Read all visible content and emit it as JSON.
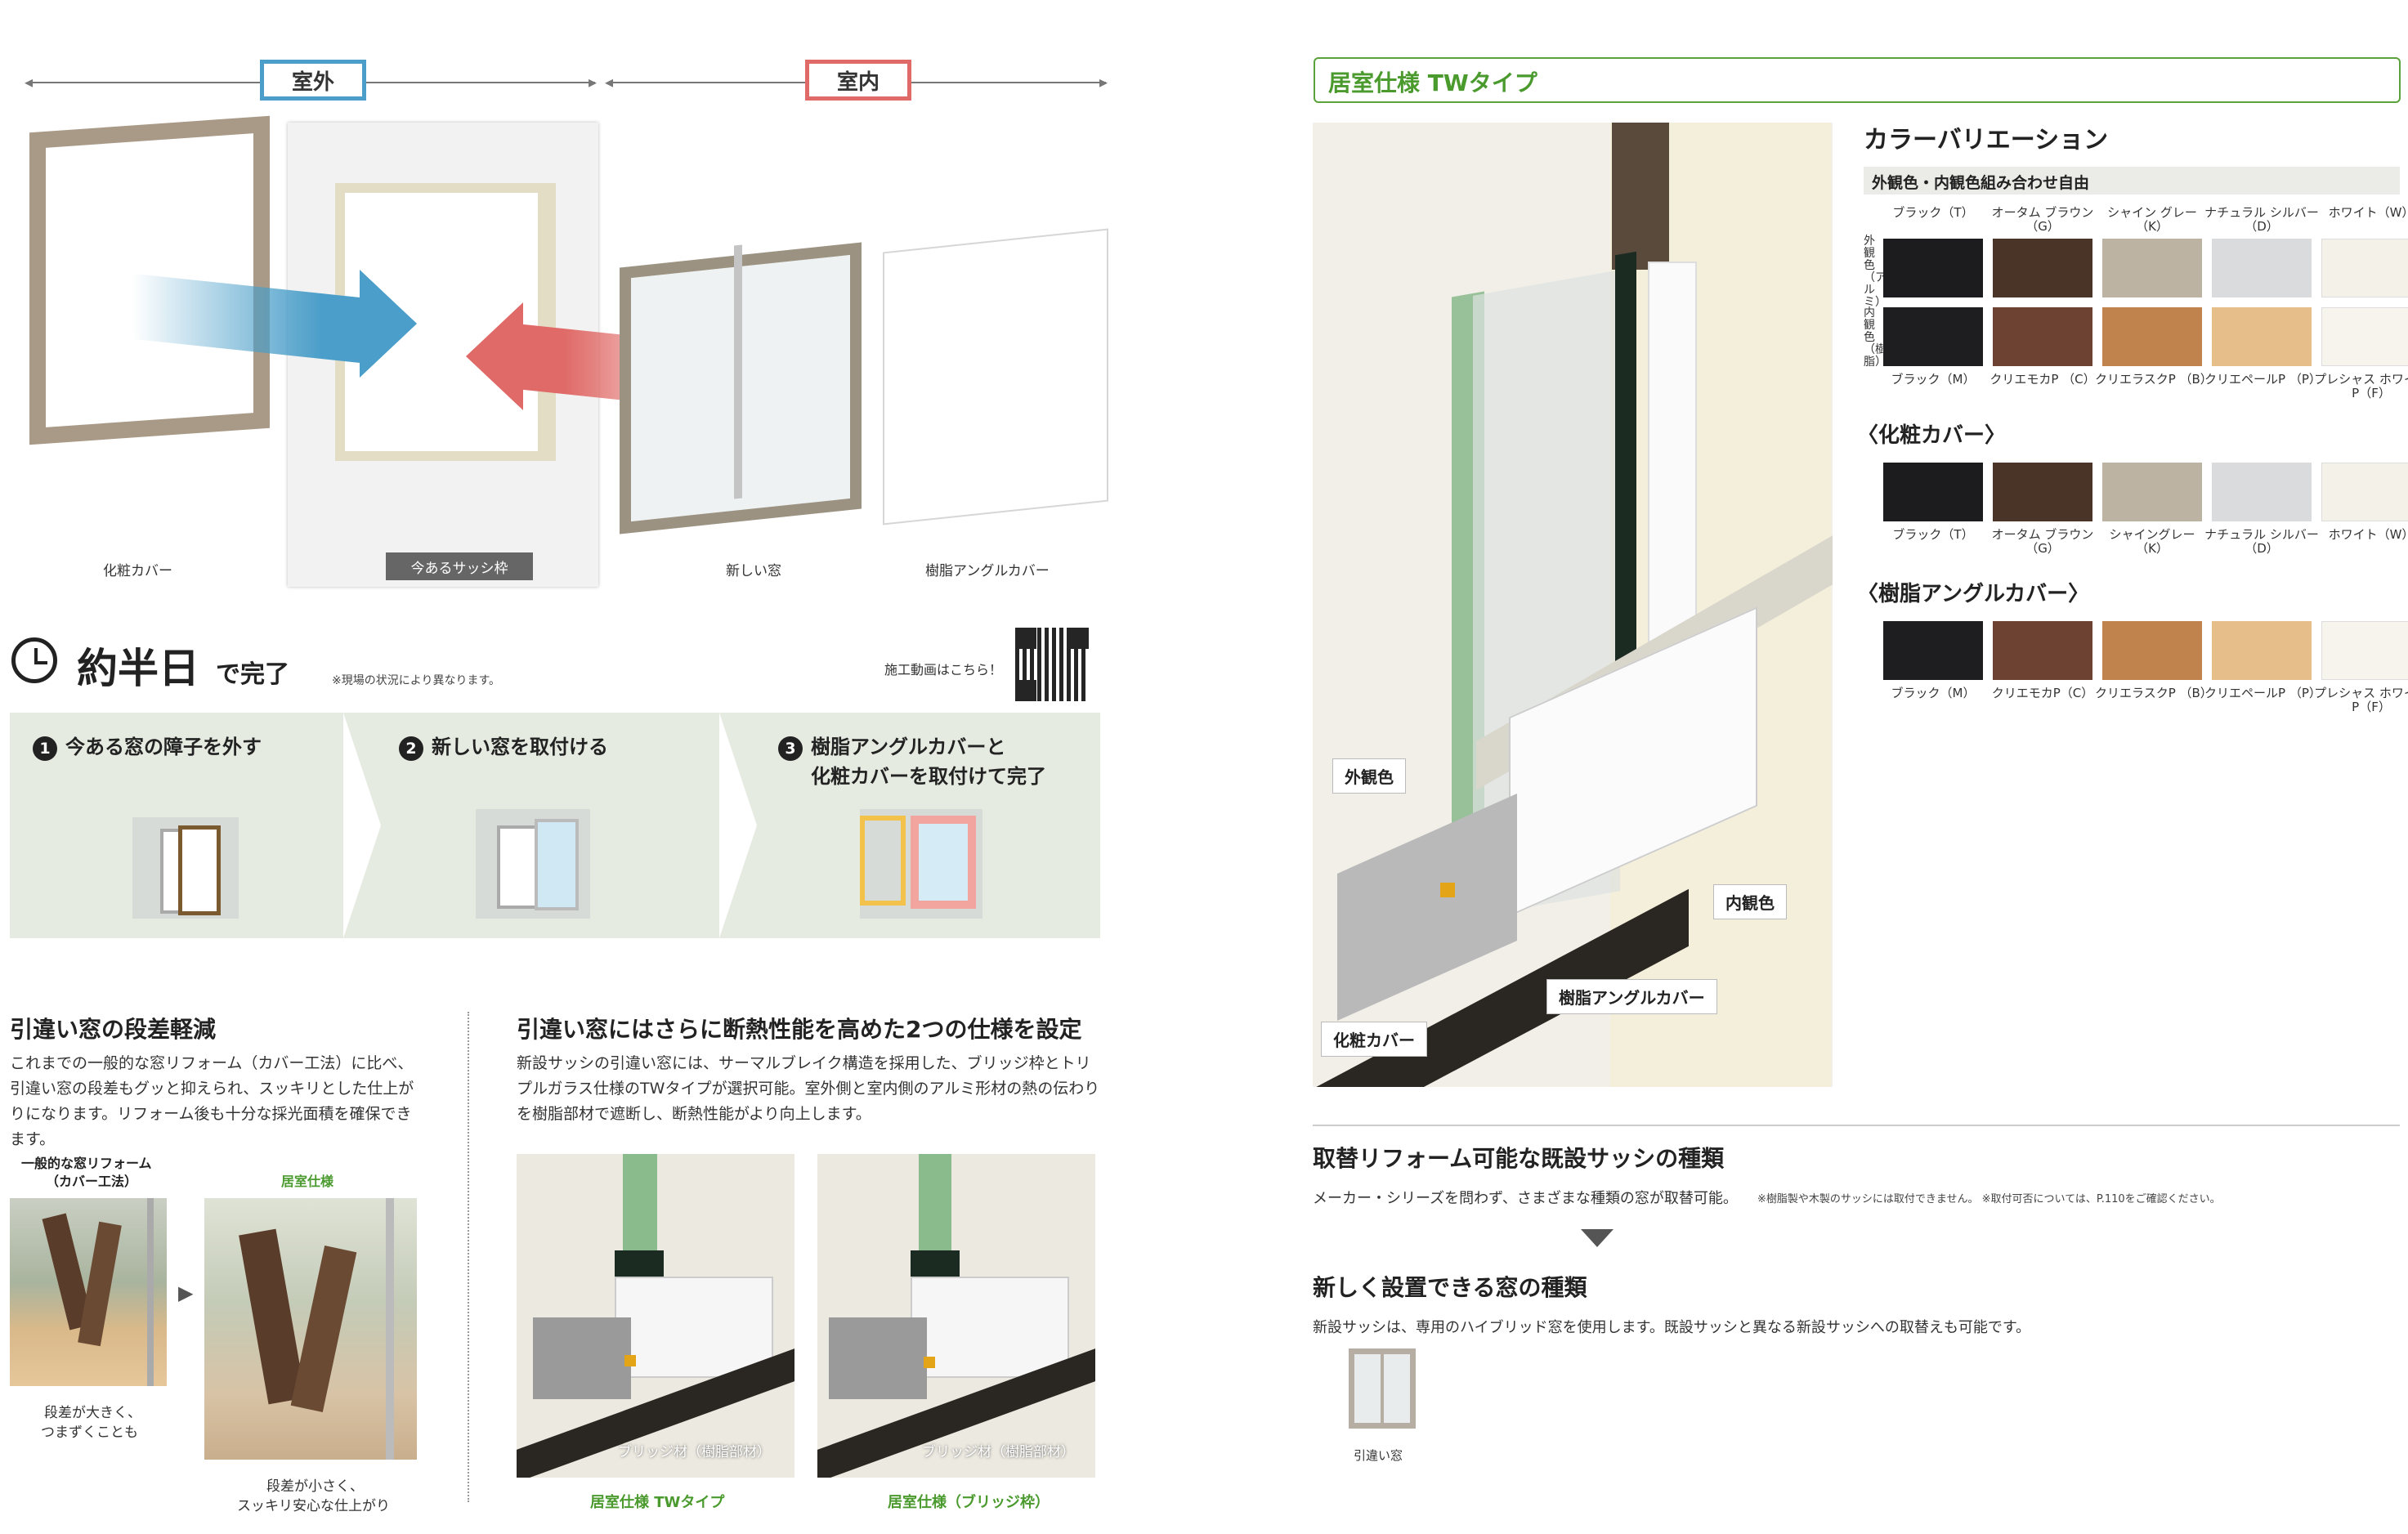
{
  "exploded": {
    "outside_label": "室外",
    "inside_label": "室内",
    "outside_color": "#4a9ec9",
    "inside_color": "#e06a67",
    "labels": [
      "化粧カバー",
      "今あるサッシ枠",
      "新しい窓",
      "樹脂アングルカバー"
    ]
  },
  "duration": {
    "main": "約半日",
    "suffix": "で完了",
    "note": "※現場の状況により異なります。",
    "video_label": "施工動画はこちら！"
  },
  "steps": [
    {
      "num": "1",
      "line1": "今ある窓の障子を外す",
      "line2": ""
    },
    {
      "num": "2",
      "line1": "新しい窓を取付ける",
      "line2": ""
    },
    {
      "num": "3",
      "line1": "樹脂アングルカバーと",
      "line2": "化粧カバーを取付けて完了"
    }
  ],
  "step_difference": {
    "title": "引違い窓の段差軽減",
    "body": "これまでの一般的な窓リフォーム（カバー工法）に比べ、引違い窓の段差もグッと抑えられ、スッキリとした仕上がりになります。リフォーム後も十分な採光面積を確保できます。",
    "before_label_1": "一般的な窓リフォーム",
    "before_label_2": "（カバー工法）",
    "after_label": "居室仕様",
    "before_caption_1": "段差が大きく、",
    "before_caption_2": "つまずくことも",
    "after_caption_1": "段差が小さく、",
    "after_caption_2": "スッキリ安心な仕上がり"
  },
  "insulation": {
    "title": "引違い窓にはさらに断熱性能を高めた2つの仕様を設定",
    "body": "新設サッシの引違い窓には、サーマルブレイク構造を採用した、ブリッジ枠とトリプルガラス仕様のTWタイプが選択可能。室外側と室内側のアルミ形材の熱の伝わりを樹脂部材で遮断し、断熱性能がより向上します。",
    "bridge_label": "ブリッジ材（樹脂部材）",
    "caption_left": "居室仕様 TWタイプ",
    "caption_right": "居室仕様（ブリッジ枠）"
  },
  "tw_spec": {
    "tag": "居室仕様 TWタイプ",
    "callouts": [
      "外観色",
      "内観色",
      "樹脂アングルカバー",
      "化粧カバー"
    ]
  },
  "colors": {
    "title": "カラーバリエーション",
    "combo_label": "外観色・内観色組み合わせ自由",
    "exterior_side": "外観色（アルミ）",
    "interior_side": "内観色（樹脂）",
    "exterior": [
      {
        "name": "ブラック（T）",
        "hex": "#1c1c1e"
      },
      {
        "name": "オータム ブラウン（G）",
        "hex": "#4a3428"
      },
      {
        "name": "シャイン グレー（K）",
        "hex": "#bdb3a3"
      },
      {
        "name": "ナチュラル シルバー（D）",
        "hex": "#d9dbdc"
      },
      {
        "name": "ホワイト（W）",
        "hex": "#f4f1e8"
      }
    ],
    "interior": [
      {
        "name": "ブラック（M）",
        "hex": "#1e1e20"
      },
      {
        "name": "クリエモカP （C）",
        "hex": "#6e4232"
      },
      {
        "name": "クリエラスクP （B）",
        "hex": "#c0834d"
      },
      {
        "name": "クリエペールP （P）",
        "hex": "#e6be8a"
      },
      {
        "name": "プレシャス ホワイトP（F）",
        "hex": "#f7f4ee"
      }
    ],
    "cosmetic_title": "〈化粧カバー〉",
    "cosmetic": [
      {
        "name": "ブラック（T）",
        "hex": "#1c1c1e"
      },
      {
        "name": "オータム ブラウン（G）",
        "hex": "#4a3428"
      },
      {
        "name": "シャイングレー （K）",
        "hex": "#bdb3a3"
      },
      {
        "name": "ナチュラル シルバー（D）",
        "hex": "#d9dbdc"
      },
      {
        "name": "ホワイト（W）",
        "hex": "#f4f1e8"
      }
    ],
    "angle_title": "〈樹脂アングルカバー〉",
    "angle": [
      {
        "name": "ブラック（M）",
        "hex": "#1e1e20"
      },
      {
        "name": "クリエモカP（C）",
        "hex": "#6e4232"
      },
      {
        "name": "クリエラスクP （B）",
        "hex": "#c0834d"
      },
      {
        "name": "クリエペールP （P）",
        "hex": "#e6be8a"
      },
      {
        "name": "プレシャス ホワイトP（F）",
        "hex": "#f7f4ee"
      }
    ]
  },
  "existing": {
    "title": "取替リフォーム可能な既設サッシの種類",
    "body": "メーカー・シリーズを問わず、さまざまな種類の窓が取替可能。",
    "note": "※樹脂製や木製のサッシには取付できません。 ※取付可否については、P.110をご確認ください。"
  },
  "new_window": {
    "title": "新しく設置できる窓の種類",
    "body": "新設サッシは、専用のハイブリッド窓を使用します。既設サッシと異なる新設サッシへの取替えも可能です。",
    "item_label": "引違い窓"
  }
}
